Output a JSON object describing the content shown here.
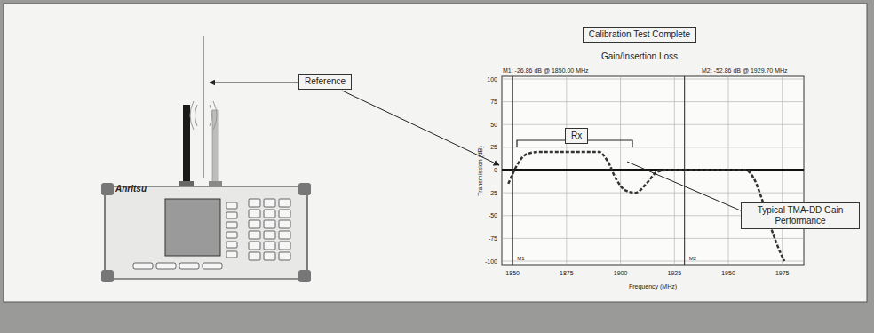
{
  "diagram": {
    "nodes": [
      {
        "text": [
          "Reference"
        ]
      },
      {
        "text": [
          "Calibration Test Complete"
        ]
      },
      {
        "text": [
          "Rx"
        ]
      },
      {
        "text": [
          "Typical TMA-DD Gain Performance"
        ]
      }
    ],
    "labels": [
      "Anritsu",
      "Gain/Insertion Loss",
      "M1: -26.86 dB @ 1850.00 MHz",
      "M2: -52.86 dB @ 1929.70 MHz",
      "100",
      "75",
      "50",
      "25",
      "0",
      "-25",
      "-50",
      "-75",
      "-100",
      "Transmission (dB)",
      "1850",
      "1875",
      "1900",
      "1925",
      "1950",
      "1975",
      "Frequency (MHz)",
      "M1",
      "M2"
    ]
  }
}
